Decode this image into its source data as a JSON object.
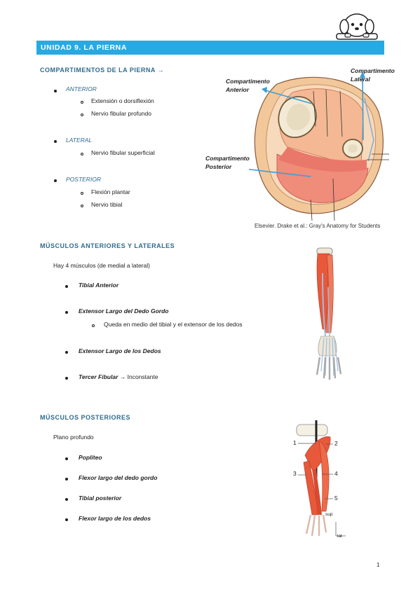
{
  "header": {
    "unit_title": "UNIDAD 9. LA PIERNA"
  },
  "compartments": {
    "heading": "COMPARTIMENTOS DE LA PIERNA",
    "arrow": "→",
    "anterior": {
      "label": "ANTERIOR",
      "items": [
        "Extensión o dorsiflexión",
        "Nervio fibular profundo"
      ]
    },
    "lateral": {
      "label": "LATERAL",
      "items": [
        "Nervio fibular superficial"
      ]
    },
    "posterior": {
      "label": "POSTERIOR",
      "items": [
        "Flexión plantar",
        "Nervio tibial"
      ]
    },
    "figure": {
      "label_anterior_1": "Compartimento",
      "label_anterior_2": "Anterior",
      "label_lateral_1": "Compartimento",
      "label_lateral_2": "Lateral",
      "label_posterior_1": "Compartimento",
      "label_posterior_2": "Posterior",
      "credit": "Elsevier. Drake et al.: Gray's Anatomy for Students"
    }
  },
  "anterior_lateral_muscles": {
    "heading": "MÚSCULOS ANTERIORES Y LATERALES",
    "intro": "Hay 4 músculos (de medial a lateral)",
    "items": [
      "Tibial Anterior",
      "Extensor Largo del Dedo Gordo",
      "Extensor Largo de los Dedos",
      "Tercer Fibular"
    ],
    "sub_item": "Queda en medio del tibial y el extensor de los dedos",
    "tercer_note": "Inconstante",
    "arrow": "→"
  },
  "posterior_muscles": {
    "heading": "MÚSCULOS POSTERIORES",
    "intro": "Plano profundo",
    "items": [
      "Poplíteo",
      "Flexor largo del dedo gordo",
      "Tibial posterior",
      "Flexor largo de los dedos"
    ],
    "figure_numbers": [
      "1",
      "2",
      "3",
      "4",
      "5"
    ],
    "figure_sup": "sup",
    "figure_lat": "lat"
  },
  "colors": {
    "accent": "#28a9e1",
    "heading": "#2e6b8f",
    "muscle": "#e8583a",
    "arrow": "#3a9fd6"
  },
  "footer": {
    "page_number": "1"
  }
}
